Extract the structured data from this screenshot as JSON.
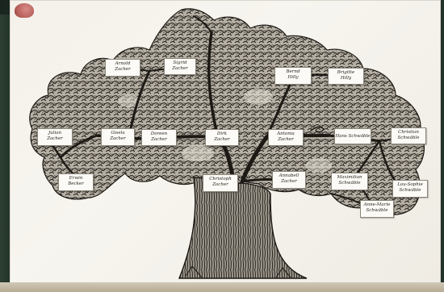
{
  "scene": {
    "paper_color": "#f4f1ea",
    "ink_color": "#1d1a16",
    "board_color": "#1f2d24"
  },
  "labels": [
    {
      "id": "arnold",
      "line1": "Arnold",
      "line2": "Zacher"
    },
    {
      "id": "sigrid",
      "line1": "Sigrid",
      "line2": "Zacher"
    },
    {
      "id": "bernd",
      "line1": "Bernd",
      "line2": "Hilly"
    },
    {
      "id": "brigitte",
      "line1": "Brigitte",
      "line2": "Hilly"
    },
    {
      "id": "julian",
      "line1": "Julian",
      "line2": "Zacher"
    },
    {
      "id": "gisela",
      "line1": "Gisela",
      "line2": "Zacher"
    },
    {
      "id": "doreen",
      "line1": "Doreen",
      "line2": "Zacher"
    },
    {
      "id": "dirk",
      "line1": "Dirk",
      "line2": "Zacher"
    },
    {
      "id": "antonia",
      "line1": "Antonia",
      "line2": "Zacher"
    },
    {
      "id": "hans",
      "line1": "Hans Schwäble",
      "line2": ""
    },
    {
      "id": "christian",
      "line1": "Christian",
      "line2": "Schwäble"
    },
    {
      "id": "erwin",
      "line1": "Erwin",
      "line2": "Becker"
    },
    {
      "id": "christoph",
      "line1": "Christoph",
      "line2": "Zacher"
    },
    {
      "id": "annabell",
      "line1": "Annabell",
      "line2": "Zacher"
    },
    {
      "id": "maximilian",
      "line1": "Maximilian",
      "line2": "Schwäble"
    },
    {
      "id": "annemarie",
      "line1": "Anne-Marie",
      "line2": "Schwäble"
    },
    {
      "id": "louisophie",
      "line1": "Lou-Sophie",
      "line2": "Schwäble"
    }
  ]
}
